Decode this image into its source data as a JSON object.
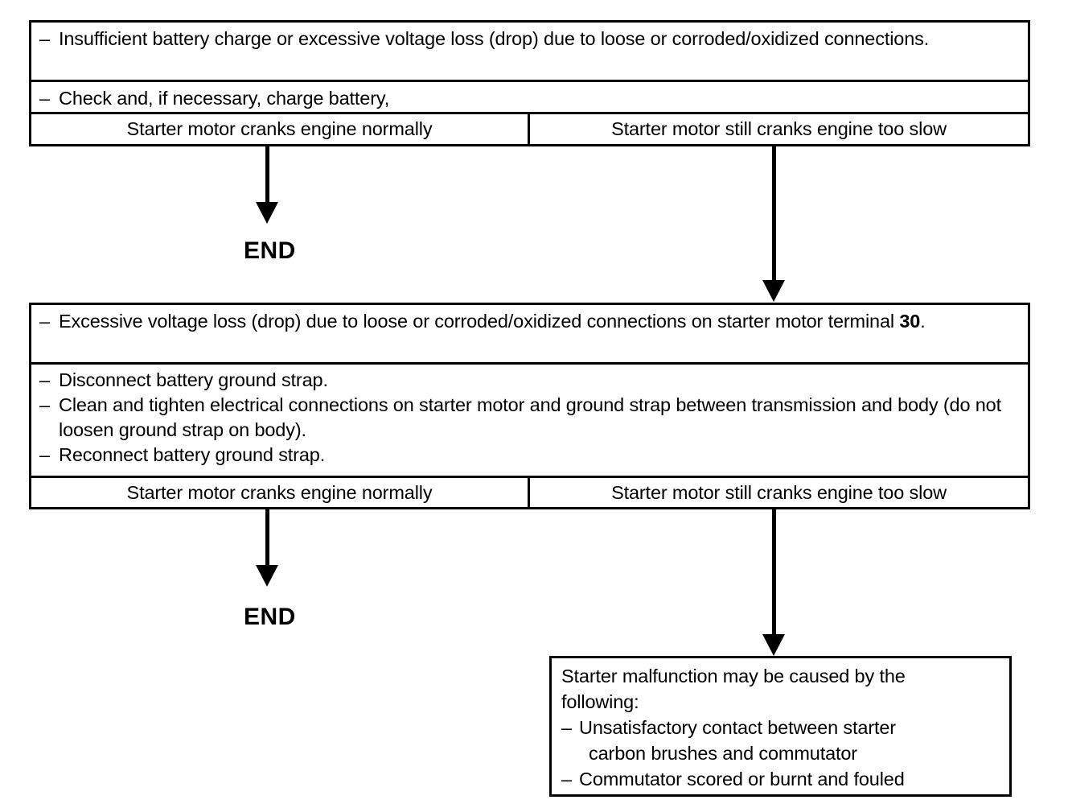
{
  "diagram": {
    "title": "Starter motor troubleshooting flowchart",
    "dash": "–",
    "end_label": "END",
    "boxes": [
      {
        "id": "box1",
        "cause": {
          "dash": "–",
          "text": "Insufficient battery charge or excessive voltage loss (drop) due to loose or corroded/oxidized connections."
        },
        "action": {
          "dash": "–",
          "text": "Check and, if necessary, charge battery,"
        },
        "branch": {
          "left": "Starter motor cranks engine normally",
          "right": "Starter motor still cranks engine too slow"
        }
      },
      {
        "id": "box2",
        "cause": {
          "dash": "–",
          "text_before": "Excessive voltage loss (drop) due to loose or corroded/oxidized connections on starter motor terminal ",
          "bold": "30",
          "text_after": "."
        },
        "actions": [
          {
            "dash": "–",
            "text": "Disconnect battery ground strap."
          },
          {
            "dash": "–",
            "text": "Clean and tighten electrical connections on starter motor and ground strap between transmission and body (do not loosen ground strap on body)."
          },
          {
            "dash": "–",
            "text": "Reconnect battery ground strap."
          }
        ],
        "branch": {
          "left": "Starter motor cranks engine normally",
          "right": "Starter motor still cranks engine too slow"
        }
      }
    ],
    "note_box": {
      "heading_line1": "Starter malfunction may be caused by the",
      "heading_line2": "following:",
      "items": [
        {
          "dash": "–",
          "line1": "Unsatisfactory contact between starter",
          "line2": "carbon brushes and commutator"
        },
        {
          "dash": "–",
          "line1": "Commutator scored or burnt and fouled",
          "line2": ""
        }
      ]
    },
    "end_labels": {
      "first": "END",
      "second": "END"
    },
    "colors": {
      "stroke": "#000000",
      "background": "#ffffff",
      "text": "#000000"
    }
  }
}
